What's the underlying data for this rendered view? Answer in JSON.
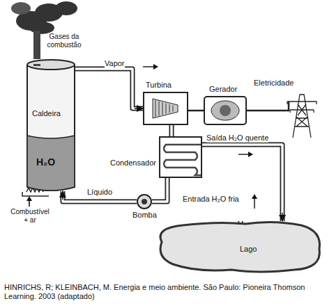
{
  "diagram": {
    "caption": "HINRICHS, R; KLEINBACH, M. Energia e meio ambiente. São Paulo: Pioneira Thomson Learning. 2003 (adaptado)",
    "nodes": [
      {
        "text": [
          "Caldeira",
          "H₂O"
        ]
      },
      {
        "text": [
          "Turbina"
        ]
      },
      {
        "text": [
          "Gerador"
        ]
      },
      {
        "text": [
          "Eletricidade"
        ]
      },
      {
        "text": [
          "Condensador"
        ]
      },
      {
        "text": [
          "Bomba"
        ]
      },
      {
        "text": [
          "Lago"
        ]
      }
    ],
    "edges": [
      {
        "from": 0,
        "to": 1,
        "arrow": "to",
        "label": "Vapor"
      },
      {
        "from": 1,
        "to": 2,
        "arrow": "none"
      },
      {
        "from": 2,
        "to": 3,
        "arrow": "none"
      },
      {
        "from": 1,
        "to": 4,
        "arrow": "none"
      },
      {
        "from": 4,
        "to": 5,
        "arrow": "none"
      },
      {
        "from": 5,
        "to": 0,
        "arrow": "to",
        "label": "Líquido"
      },
      {
        "from": 4,
        "to": 6,
        "arrow": "to",
        "label": "Saída H₂O quente"
      },
      {
        "from": 6,
        "to": 4,
        "arrow": "to",
        "label": "Entrada H₂O fria"
      }
    ],
    "labels": [
      "Gases da combustão",
      "Combustível + ar"
    ]
  }
}
